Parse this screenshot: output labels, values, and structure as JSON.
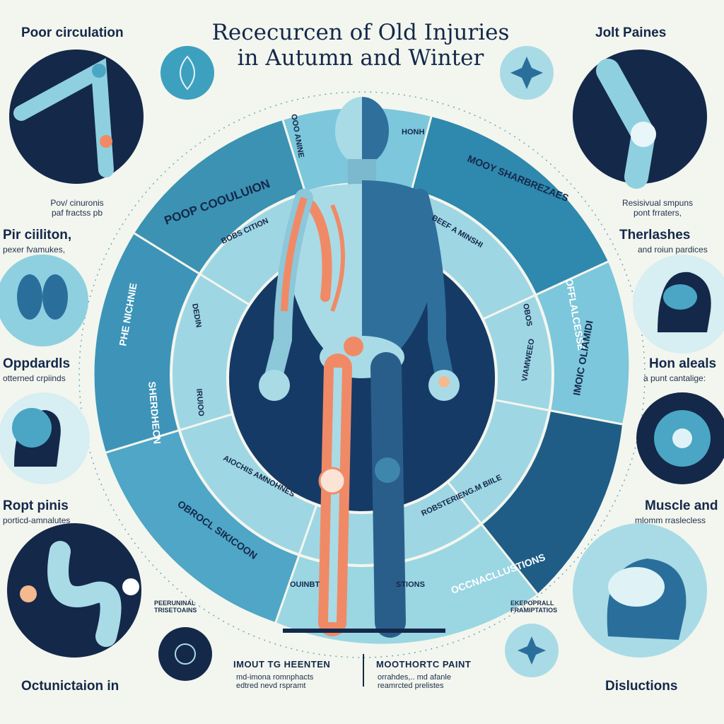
{
  "title": {
    "line1": "Rececurcen of Old Injuries",
    "line2": "in Autumn and Winter"
  },
  "left_labels": {
    "top_head": "Poor circulation",
    "sub_1a": "Pov/ cinuronis",
    "sub_1b": "paf fractss pb",
    "head_2": "Pir ciiliton,",
    "sub_2": "pexer fvamukes,",
    "head_3": "Oppdardls",
    "sub_3": "otterned crpiinds",
    "head_4": "Ropt pinis",
    "sub_4": "porticd-amnalutes",
    "bottom_head": "Octunictaion in"
  },
  "right_labels": {
    "top_head": "Jolt Paines",
    "sub_1a": "Resisivual smpuns",
    "sub_1b": "pont frraters,",
    "head_2": "Therlashes",
    "sub_2": "and roiun pardices",
    "head_3": "Hon aleals",
    "sub_3": "a punt cantalige:",
    "head_4": "Muscle and",
    "sub_4": "mlomm rraslecless",
    "bottom_head": "Disluctions"
  },
  "center_bottom": {
    "left_small_1": "PEERUNINAL",
    "left_small_2": "TRISETOAINS",
    "left_head": "IMOUT TG HEENTEN",
    "left_sub_1": "md-imona romnphacts",
    "left_sub_2": "edtred nevd rspramt",
    "right_small_1": "EKEPOPRALL",
    "right_small_2": "FRAMIPTATIOS",
    "right_head": "MOOTHORTC PAINT",
    "right_sub_1": "orrahdes,.. md afanle",
    "right_sub_2": "reamrcted prelistes"
  },
  "wheel": {
    "outer_labels": [
      "POOP COOULUION",
      "MOOY SHARBREZAES",
      "OFFLALCESSE",
      "IMOIC OLIAMIDI",
      "OCCNACLLUSTIONS",
      "OBROCL SIKICOON",
      "PHE NICHNIE",
      "SHERDHECN"
    ],
    "inner_labels": [
      "OOO ANINE",
      "HONH",
      "BOBS CITION",
      "BEEF A MINSHI",
      "DEDIN",
      "OBOS",
      "IRUIOO",
      "VIAMWEEO",
      "AIOCHIS AMNOHNES",
      "ROBSTERIENG.M BIILE",
      "OUINBT",
      "STIONS"
    ]
  },
  "icons": [
    "leg-joint-icon",
    "leaf-icon",
    "snowflake-icon",
    "knee-joint-icon",
    "lungs-icon",
    "brain-head-icon",
    "head-profile-icon",
    "flower-icon",
    "bent-bone-icon",
    "snowflake-small-icon",
    "snowflake-flower-icon",
    "brain-profile-icon"
  ],
  "colors": {
    "navy": "#14284a",
    "teal_dark": "#2b7a9c",
    "teal_mid": "#4aa6c4",
    "teal_light": "#a9dbe6",
    "orange": "#f08a66",
    "background": "#f3f6ee"
  }
}
